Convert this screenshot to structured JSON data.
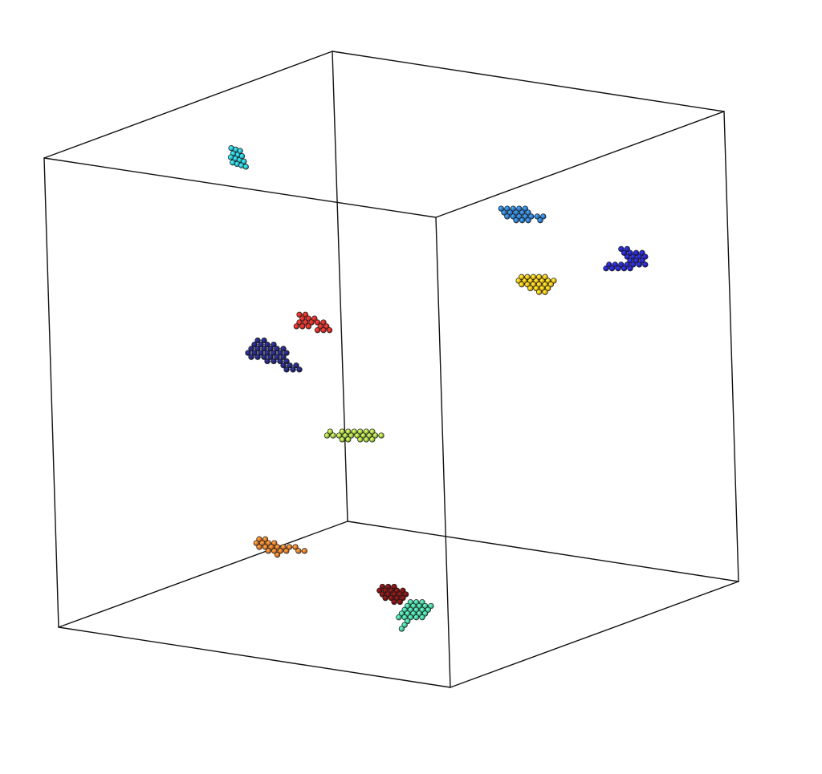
{
  "scene": {
    "type": "simulation-box-snapshot",
    "box": "cube-wireframe",
    "background": "#ffffff",
    "edge_color": "#111111"
  },
  "clusters": [
    {
      "id": "cluster-cyan",
      "color": "#2ec4d6",
      "shape": "compact-elongated"
    },
    {
      "id": "cluster-azure",
      "color": "#2f7fd6",
      "shape": "hexagonal-with-tail"
    },
    {
      "id": "cluster-royal-blue",
      "color": "#2626c8",
      "shape": "bent-chain"
    },
    {
      "id": "cluster-gold",
      "color": "#f2c21c",
      "shape": "triangular"
    },
    {
      "id": "cluster-red",
      "color": "#e0302a",
      "shape": "small-compact"
    },
    {
      "id": "cluster-navy",
      "color": "#24287a",
      "shape": "large-branched"
    },
    {
      "id": "cluster-lime",
      "color": "#a9d94a",
      "shape": "flat-sheet"
    },
    {
      "id": "cluster-orange",
      "color": "#ea7d2c",
      "shape": "compact-with-tail"
    },
    {
      "id": "cluster-maroon",
      "color": "#7a1414",
      "shape": "hexagonal"
    },
    {
      "id": "cluster-aquamarine",
      "color": "#4bd6a0",
      "shape": "branched"
    }
  ]
}
